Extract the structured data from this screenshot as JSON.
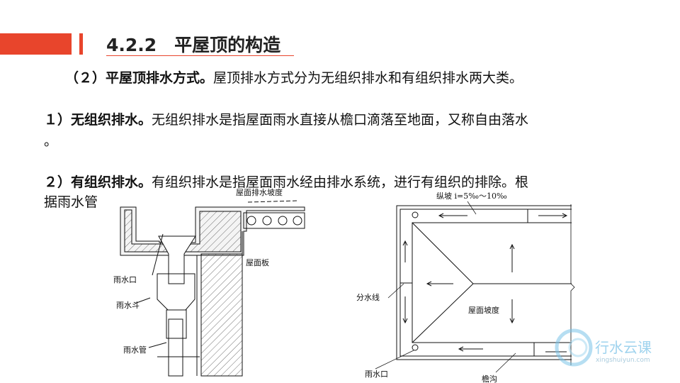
{
  "header": {
    "title": "4.2.2　平屋顶的构造",
    "accent": "#e8452c"
  },
  "paragraphs": [
    {
      "bold": "（２）平屋顶排水方式。",
      "text": "屋顶排水方式分为无组织排水和有组织排水两大类。"
    },
    {
      "bold": "１）无组织排水。",
      "text": "无组织排水是指屋面雨水直接从檐口滴落至地面，又称自由落水",
      "cont": "。"
    },
    {
      "bold": "２）有组织排水。",
      "text": "有组织排水是指屋面雨水经由排水系统，进行有组织的排除。根",
      "cont": "据雨水管"
    }
  ],
  "diagram_left": {
    "labels": {
      "slope": "屋面排水坡度",
      "slab": "屋面板",
      "outlet": "雨水口",
      "hopper": "雨水斗",
      "pipe": "雨水管"
    }
  },
  "diagram_right": {
    "labels": {
      "slope_long": "纵坡 i=5‰～10‰",
      "divide": "分水线",
      "roof_slope": "屋面坡度",
      "outlet": "雨水口",
      "gutter": "檐沟"
    }
  },
  "watermark": {
    "name": "行水云课",
    "url": "xingshuiyun.com"
  }
}
